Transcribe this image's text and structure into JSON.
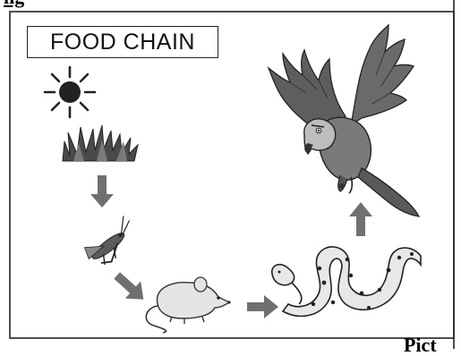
{
  "diagram": {
    "title": "FOOD CHAIN",
    "corner_label": "Pict",
    "top_label": "ng",
    "colors": {
      "frame": "#222222",
      "arrow": "#707070",
      "organism_fill": "#e4e4e4",
      "organism_dark": "#6a6a6a",
      "outline": "#333333"
    },
    "chain": [
      {
        "icon": "sun-icon"
      },
      {
        "icon": "grass-icon"
      },
      {
        "icon": "grasshopper-icon"
      },
      {
        "icon": "mouse-icon"
      },
      {
        "icon": "snake-icon"
      },
      {
        "icon": "eagle-icon"
      }
    ]
  }
}
